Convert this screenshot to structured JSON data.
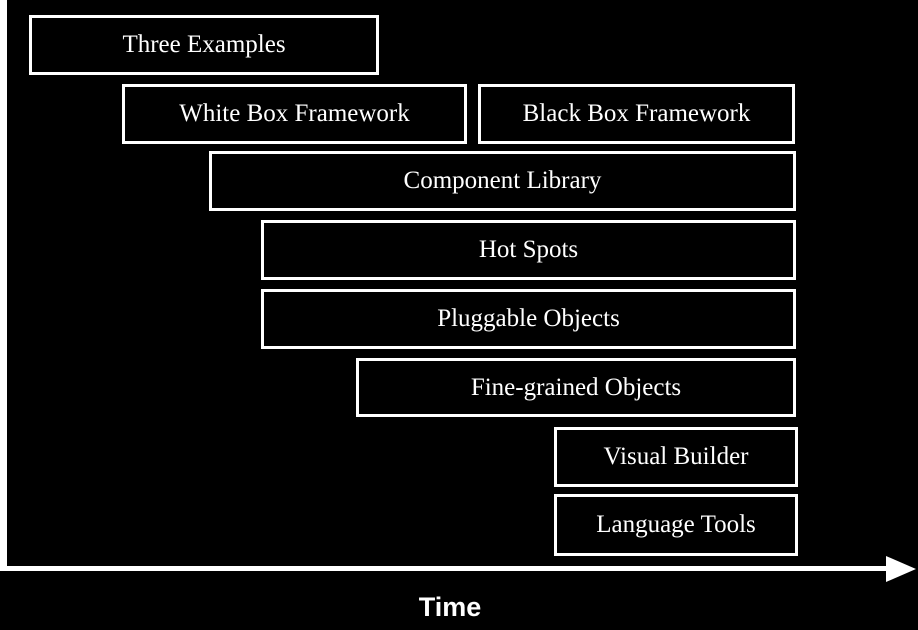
{
  "diagram": {
    "boxes": [
      {
        "id": "three-examples",
        "label": "Three Examples"
      },
      {
        "id": "white-box-framework",
        "label": "White Box Framework"
      },
      {
        "id": "black-box-framework",
        "label": "Black Box Framework"
      },
      {
        "id": "component-library",
        "label": "Component Library"
      },
      {
        "id": "hot-spots",
        "label": "Hot Spots"
      },
      {
        "id": "pluggable-objects",
        "label": "Pluggable Objects"
      },
      {
        "id": "fine-grained-objects",
        "label": "Fine-grained Objects"
      },
      {
        "id": "visual-builder",
        "label": "Visual Builder"
      },
      {
        "id": "language-tools",
        "label": "Language Tools"
      }
    ],
    "axis": {
      "label": "Time"
    }
  },
  "colors": {
    "background": "#000000",
    "foreground": "#ffffff"
  }
}
